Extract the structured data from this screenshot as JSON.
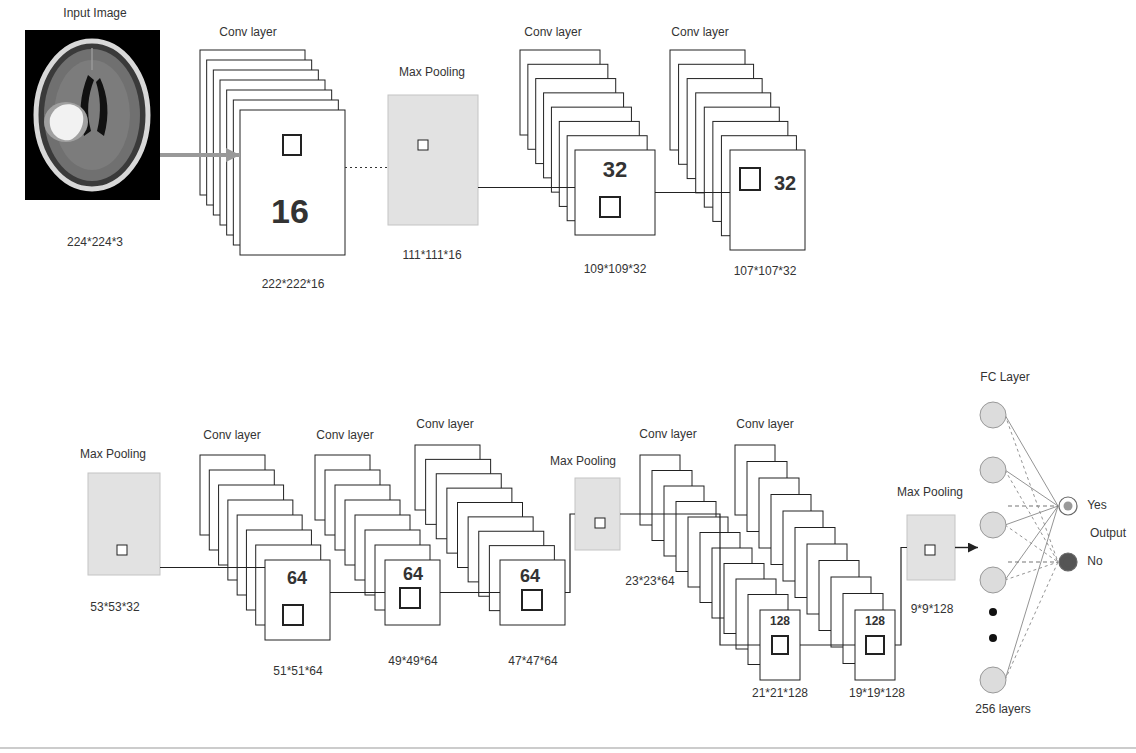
{
  "diagram": {
    "nodes": [
      {
        "text": [
          "Input Image",
          "224*224*3"
        ]
      },
      {
        "text": [
          "Conv layer",
          "16",
          "222*222*16"
        ]
      },
      {
        "text": [
          "Max Pooling",
          "111*111*16"
        ]
      },
      {
        "text": [
          "Conv layer",
          "32",
          "109*109*32"
        ]
      },
      {
        "text": [
          "Conv layer",
          "32",
          "107*107*32"
        ]
      },
      {
        "text": [
          "Max Pooling",
          "53*53*32"
        ]
      },
      {
        "text": [
          "Conv layer",
          "64",
          "51*51*64"
        ]
      },
      {
        "text": [
          "Conv layer",
          "64",
          "49*49*64"
        ]
      },
      {
        "text": [
          "Conv layer",
          "64",
          "47*47*64"
        ]
      },
      {
        "text": [
          "Max Pooling",
          "23*23*64"
        ]
      },
      {
        "text": [
          "Conv layer",
          "128",
          "21*21*128"
        ]
      },
      {
        "text": [
          "Conv layer",
          "128",
          "19*19*128"
        ]
      },
      {
        "text": [
          "Max Pooling",
          "9*9*128"
        ]
      },
      {
        "text": [
          "FC Layer",
          "256 layers"
        ]
      },
      {
        "text": [
          "Yes"
        ]
      },
      {
        "text": [
          "No"
        ]
      }
    ],
    "edges": [
      {
        "from": 0,
        "to": 1,
        "arrow": "to"
      },
      {
        "from": 1,
        "to": 2,
        "arrow": "none"
      },
      {
        "from": 2,
        "to": 3,
        "arrow": "none"
      },
      {
        "from": 3,
        "to": 4,
        "arrow": "none"
      },
      {
        "from": 5,
        "to": 6,
        "arrow": "none"
      },
      {
        "from": 6,
        "to": 7,
        "arrow": "none"
      },
      {
        "from": 7,
        "to": 8,
        "arrow": "none"
      },
      {
        "from": 8,
        "to": 9,
        "arrow": "none"
      },
      {
        "from": 9,
        "to": 10,
        "arrow": "none"
      },
      {
        "from": 10,
        "to": 11,
        "arrow": "none"
      },
      {
        "from": 11,
        "to": 12,
        "arrow": "none"
      },
      {
        "from": 12,
        "to": 13,
        "arrow": "to"
      },
      {
        "from": 13,
        "to": 14,
        "arrow": "none"
      },
      {
        "from": 13,
        "to": 15,
        "arrow": "none"
      }
    ],
    "labels": [
      "Output"
    ]
  }
}
